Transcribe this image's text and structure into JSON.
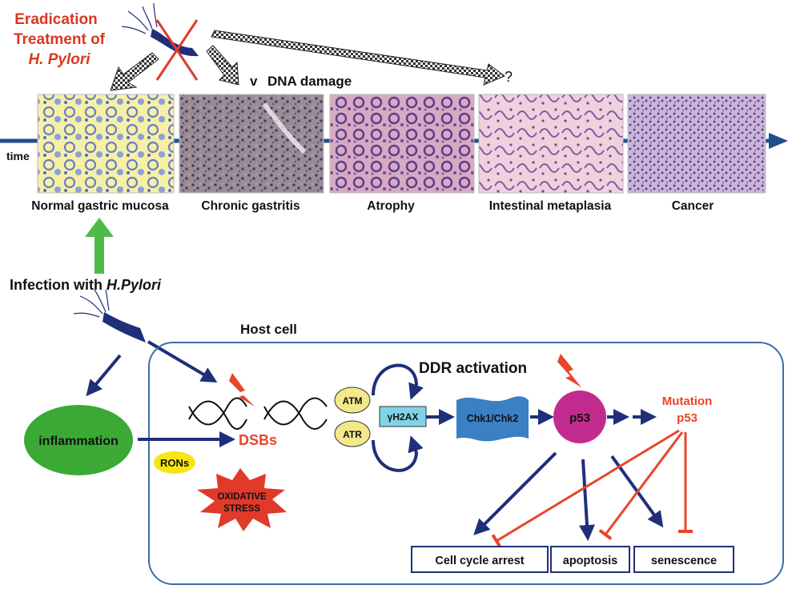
{
  "title_eradication": {
    "line1": "Eradication",
    "line2": "Treatment of",
    "line3": "H. Pylori"
  },
  "dna_damage": {
    "mark": "v",
    "label": "DNA damage"
  },
  "question_mark": "?",
  "time_label": "time",
  "stages": [
    {
      "label": "Normal gastric mucosa"
    },
    {
      "label": "Chronic gastritis"
    },
    {
      "label": "Atrophy"
    },
    {
      "label": "Intestinal metaplasia"
    },
    {
      "label": "Cancer"
    }
  ],
  "infection": {
    "prefix": "Infection with ",
    "organism": "H.Pylori"
  },
  "host_cell_label": "Host cell",
  "inflammation_label": "inflammation",
  "dsbs_label": "DSBs",
  "rons_label": "RONs",
  "oxidative": {
    "line1": "OXIDATIVE",
    "line2": "STRESS"
  },
  "ddr_label": "DDR activation",
  "atm_label": "ATM",
  "atr_label": "ATR",
  "h2ax_label": "γH2AX",
  "chk_label": "Chk1/Chk2",
  "p53_label": "p53",
  "mutation": {
    "line1": "Mutation",
    "line2": "p53"
  },
  "outcomes": [
    {
      "label": "Cell cycle arrest"
    },
    {
      "label": "apoptosis"
    },
    {
      "label": "senescence"
    }
  ],
  "colors": {
    "navy": "#1f2f7a",
    "red_text": "#d9381e",
    "green_arrow": "#4cbb47",
    "inflammation_green": "#3aaa35",
    "p53_magenta": "#c22b8e",
    "chk_blue": "#3b7fc4",
    "h2ax_cyan": "#7fd3e6",
    "atm_yellow": "#f3e98a",
    "rons_yellow": "#f5e614",
    "host_border": "#3a6ea5"
  }
}
